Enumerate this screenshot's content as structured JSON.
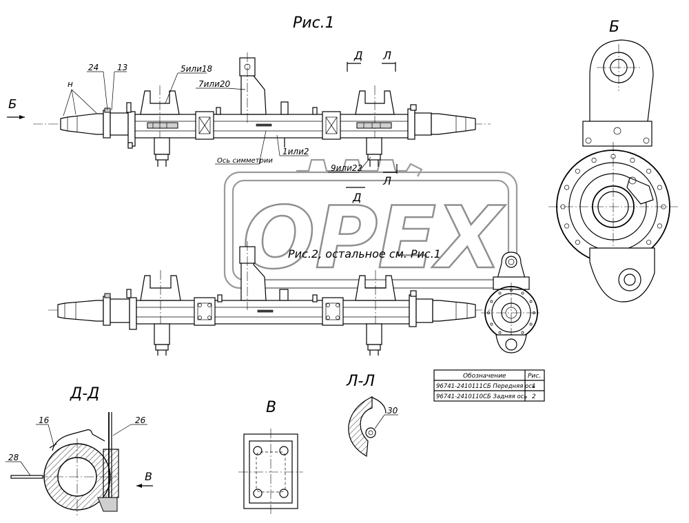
{
  "views": {
    "fig1_title": "Рис.1",
    "fig2_title": "Рис.2,  остальное см. Рис.1",
    "view_b_top": "Б",
    "view_b_arrow": "Б",
    "view_dd": "Д-Д",
    "view_ll": "Л-Л",
    "view_v": "В",
    "view_v_arrow": "В"
  },
  "section_marks": {
    "d_top": "Д",
    "l_top": "Л",
    "l_bottom": "Л",
    "d_bottom": "Д"
  },
  "callouts": {
    "c24": "24",
    "c13": "13",
    "cH": "н",
    "c5": "5или18",
    "c7": "7или20",
    "c1": "1или2",
    "c9": "9или22",
    "axis": "Ось симметрии",
    "c16": "16",
    "c26": "26",
    "c28": "28",
    "c30": "30"
  },
  "spec_table": {
    "headers": [
      "Обозначение",
      "Рис."
    ],
    "rows": [
      {
        "designation": "96741-2410111СБ Передняя ось",
        "fig": "1"
      },
      {
        "designation": "96741-2410110СБ Задняя ось",
        "fig": "2"
      }
    ]
  },
  "watermark": {
    "text": "OPEX"
  }
}
